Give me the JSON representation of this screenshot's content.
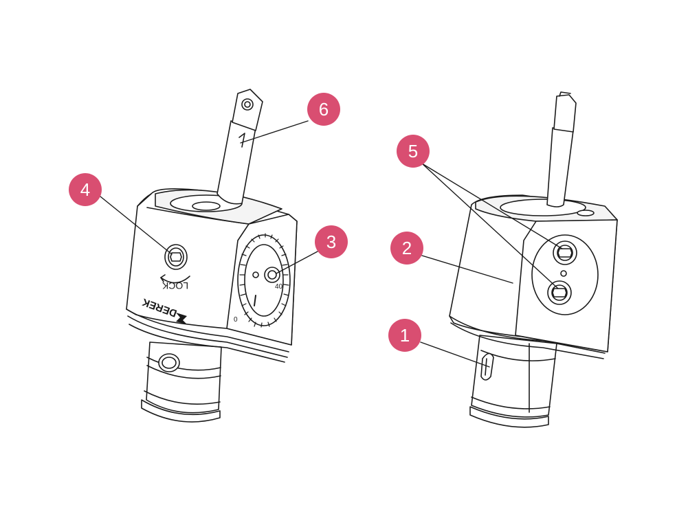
{
  "colors": {
    "callout": "#d94e71",
    "outline": "#1a1a1a",
    "surface": "#ffffff"
  },
  "brand": {
    "name": "DEREK",
    "icon": "derek-logo-icon"
  },
  "lock_label": "LOCK",
  "dial_labels": {
    "zero": "0",
    "forty": "40"
  },
  "callouts": [
    {
      "id": "c1",
      "label": "1"
    },
    {
      "id": "c2",
      "label": "2"
    },
    {
      "id": "c3",
      "label": "3"
    },
    {
      "id": "c4",
      "label": "4"
    },
    {
      "id": "c5",
      "label": "5"
    },
    {
      "id": "c6",
      "label": "6"
    }
  ]
}
